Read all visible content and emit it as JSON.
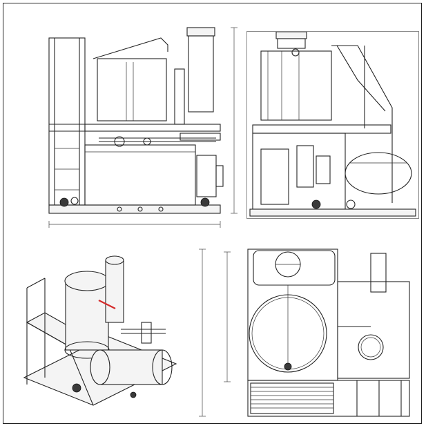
{
  "drawing": {
    "views": [
      {
        "id": "front",
        "kind": "elevation"
      },
      {
        "id": "side",
        "kind": "elevation"
      },
      {
        "id": "iso",
        "kind": "isometric"
      },
      {
        "id": "top",
        "kind": "plan"
      }
    ],
    "colors": {
      "line": "#222222",
      "frame": "#333333",
      "iso_shade": "#d9d9d9",
      "accent_red": "#d42a2a"
    }
  }
}
